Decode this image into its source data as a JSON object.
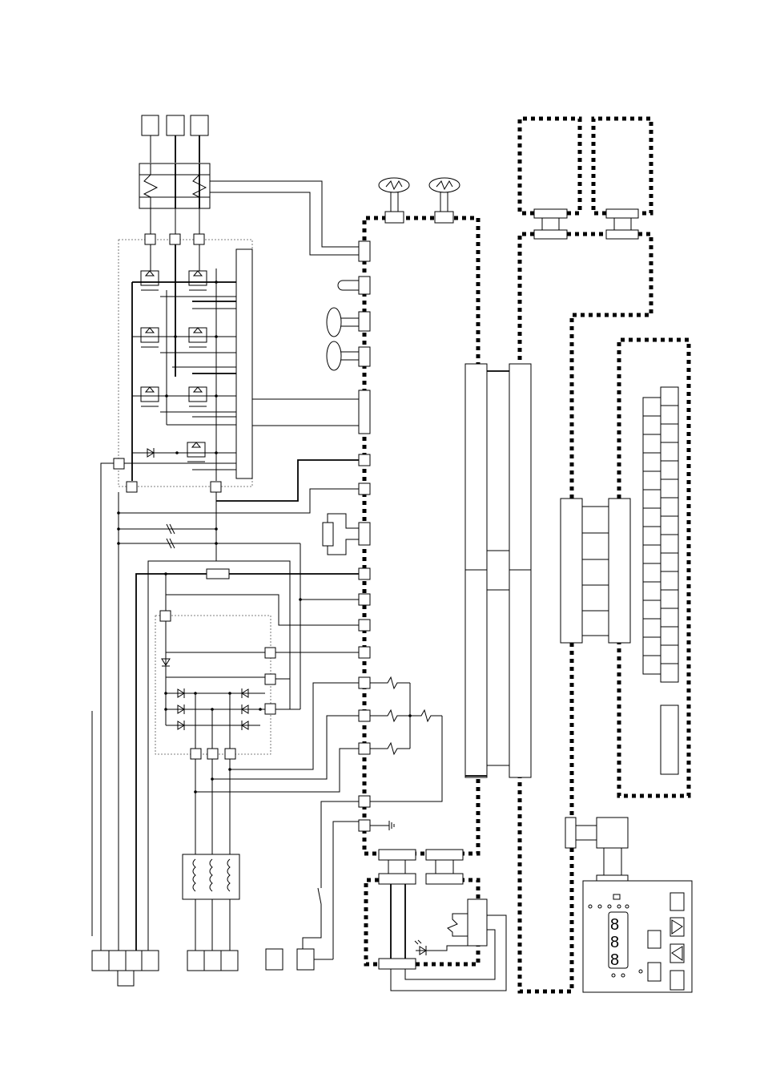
{
  "diagram": {
    "type": "electrical-wiring-schematic",
    "orientation": "rotated-90",
    "has_printed_text": false,
    "line_color": "#000000",
    "background_color": "#ffffff",
    "harness_style": "heavy-dotted"
  },
  "symbols": [
    "terminal-block-icon",
    "transformer-icon",
    "igbt-icon",
    "diode-icon",
    "resistor-icon",
    "capacitor-icon",
    "fan-icon",
    "lamp-icon",
    "fuse-icon",
    "ground-icon",
    "switch-icon",
    "inductor-icon",
    "led-icon",
    "seven-segment-display-icon",
    "arrow-button-icon"
  ]
}
